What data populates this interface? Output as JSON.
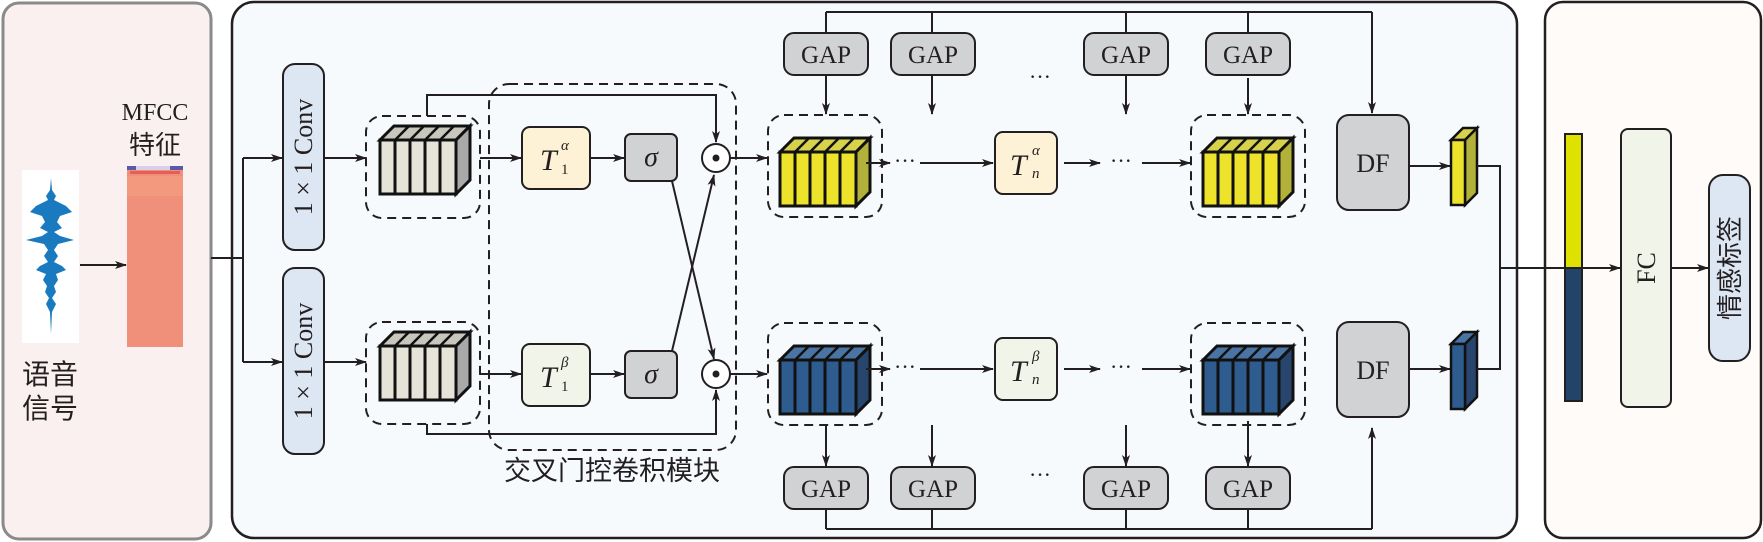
{
  "panels": {
    "input": {
      "bg": "#fbf0f0"
    },
    "backbone": {
      "bg": "#f6fafd"
    },
    "classifier": {
      "bg": "#fefbf9"
    }
  },
  "input": {
    "mfcc_label_line1": "MFCC",
    "mfcc_label_line2": "特征",
    "speech_label_line1": "语音",
    "speech_label_line2": "信号"
  },
  "conv": {
    "top_label": "1 × 1 Conv",
    "bottom_label": "1 × 1 Conv"
  },
  "gates": {
    "t1_alpha": {
      "base": "T",
      "sub": "1",
      "sup": "α"
    },
    "t1_beta": {
      "base": "T",
      "sub": "1",
      "sup": "β"
    },
    "tn_alpha": {
      "base": "T",
      "sub": "n",
      "sup": "α"
    },
    "tn_beta": {
      "base": "T",
      "sub": "n",
      "sup": "β"
    },
    "sigma": "σ",
    "hadamard": "⊙"
  },
  "module_caption": "交叉门控卷积模块",
  "gap": {
    "label": "GAP",
    "ellipsis": "···"
  },
  "flow_ellipsis": "···",
  "df_label": "DF",
  "fc_label": "FC",
  "output_label": "情感标签",
  "colors": {
    "alpha_gate": "#fdf2d6",
    "beta_gate": "#f1f5e9",
    "sigma_box": "#d1d2d4",
    "gap_box": "#d1d2d4",
    "df_box": "#d1d2d4",
    "conv_box": "#dde6f3",
    "output_box": "#dde6f3",
    "fc_box": "#f1f5e9",
    "yellow_feature": "#ede32a",
    "blue_feature": "#2e5c8f",
    "neutral_feature": "#e6e3d8",
    "concat_yellow": "#dfe100",
    "concat_blue": "#234469",
    "mfcc": "#f0907a",
    "waveform": "#1a7ac0"
  }
}
